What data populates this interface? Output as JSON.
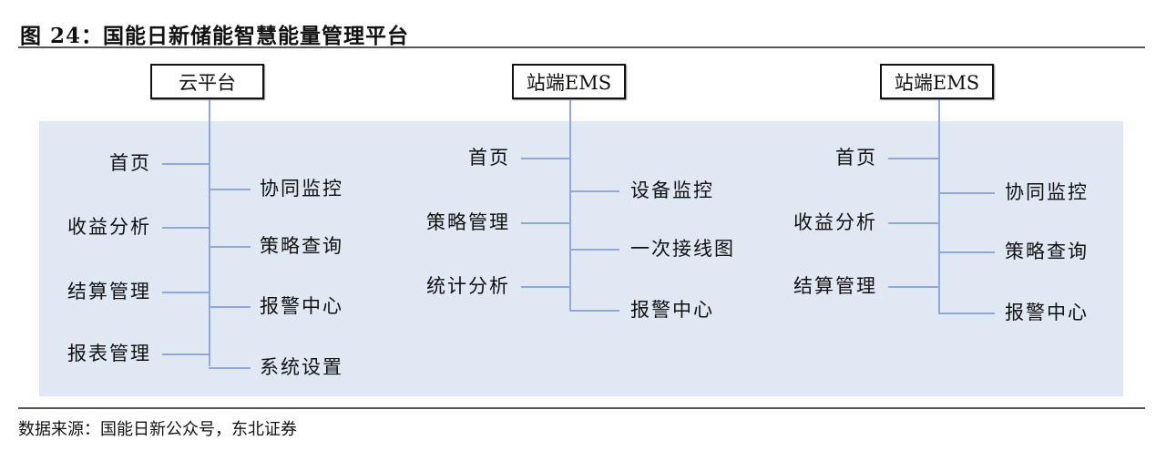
{
  "title": "图 24：国能日新储能智慧能量管理平台",
  "source": "数据来源：国能日新公众号，东北证券",
  "trees": [
    {
      "root": "云平台",
      "left": [
        "首页",
        "收益分析",
        "结算管理",
        "报表管理"
      ],
      "right": [
        "协同监控",
        "策略查询",
        "报警中心",
        "系统设置"
      ]
    },
    {
      "root": "站端EMS",
      "left": [
        "首页",
        "策略管理",
        "统计分析"
      ],
      "right": [
        "设备监控",
        "一次接线图",
        "报警中心"
      ]
    },
    {
      "root": "站端EMS",
      "left": [
        "首页",
        "收益分析",
        "结算管理"
      ],
      "right": [
        "协同监控",
        "策略查询",
        "报警中心"
      ]
    }
  ],
  "colors": {
    "panel": "#dfe8f3",
    "connector": "#8fa8d8"
  }
}
